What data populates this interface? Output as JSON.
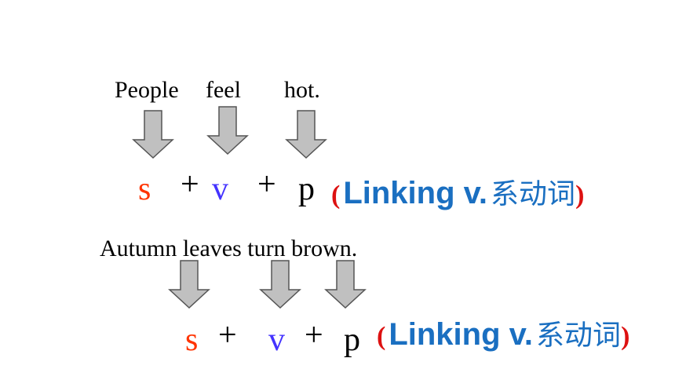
{
  "colors": {
    "subject": "#ff3300",
    "verb": "#4433ff",
    "plain": "#000000",
    "paren": "#dd1111",
    "label": "#1a6fc1",
    "arrow_fill": "#c0c0c0",
    "arrow_stroke": "#555555"
  },
  "example1": {
    "words": [
      "People",
      "feel",
      "hot."
    ],
    "pattern": {
      "s": "s",
      "plus1": "+",
      "v": "v",
      "plus2": "+",
      "p": "p"
    },
    "note": {
      "open": "(",
      "label": "Linking v.",
      "cjk": "系动词",
      "close": ")"
    }
  },
  "example2": {
    "sentence": "Autumn leaves turn brown.",
    "pattern": {
      "s": "s",
      "plus1": "+",
      "v": "v",
      "plus2": "+",
      "p": "p"
    },
    "note": {
      "open": "(",
      "label": "Linking v.",
      "cjk": "系动词",
      "close": ")"
    }
  }
}
